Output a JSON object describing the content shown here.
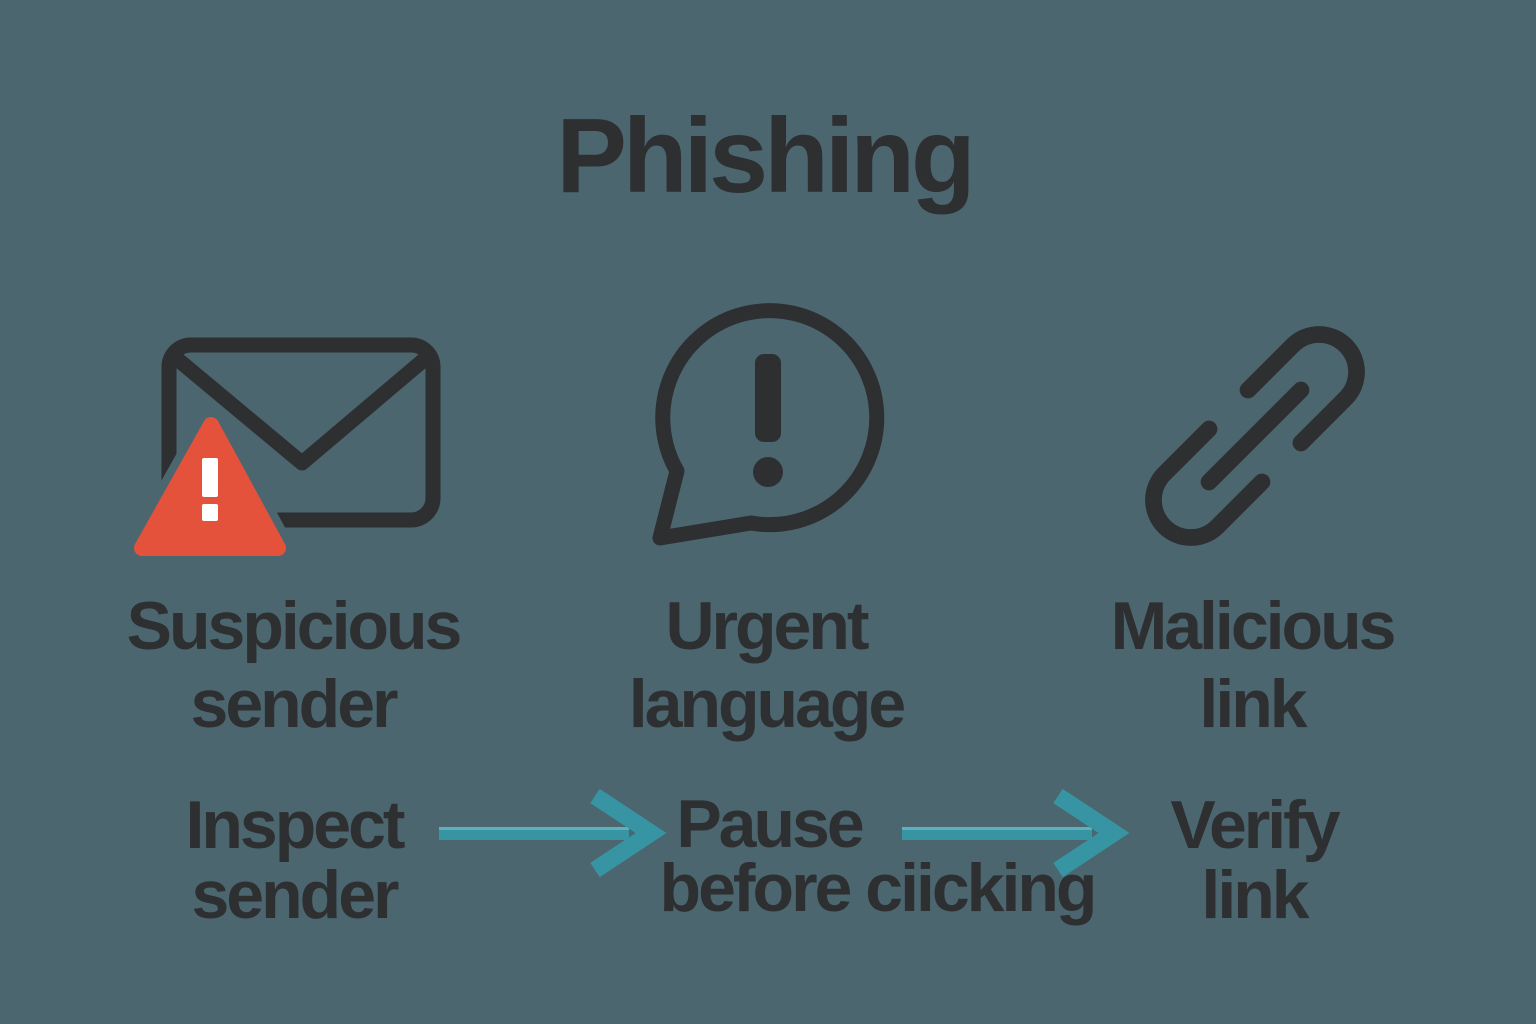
{
  "colors": {
    "background": "#4c6670",
    "ink": "#2d2f31",
    "arrow": "#3795a3",
    "arrow_highlight": "#6cbac4",
    "warning_red": "#e4523c",
    "warning_mark": "#ffffff"
  },
  "title": "Phishing",
  "columns": [
    {
      "icon": "suspicious-email-warning-icon",
      "signal": {
        "line1": "Suspicious",
        "line2": "sender"
      },
      "action": {
        "line1": "Inspect",
        "line2": "sender"
      }
    },
    {
      "icon": "urgent-exclamation-bubble-icon",
      "signal": {
        "line1": "Urgent",
        "line2": "language"
      },
      "action": {
        "line1": "Pause",
        "line2": "before ciicking"
      }
    },
    {
      "icon": "malicious-chain-link-icon",
      "signal": {
        "line1": "Malicious",
        "line2": "link"
      },
      "action": {
        "line1": "Verify",
        "line2": "link"
      }
    }
  ]
}
